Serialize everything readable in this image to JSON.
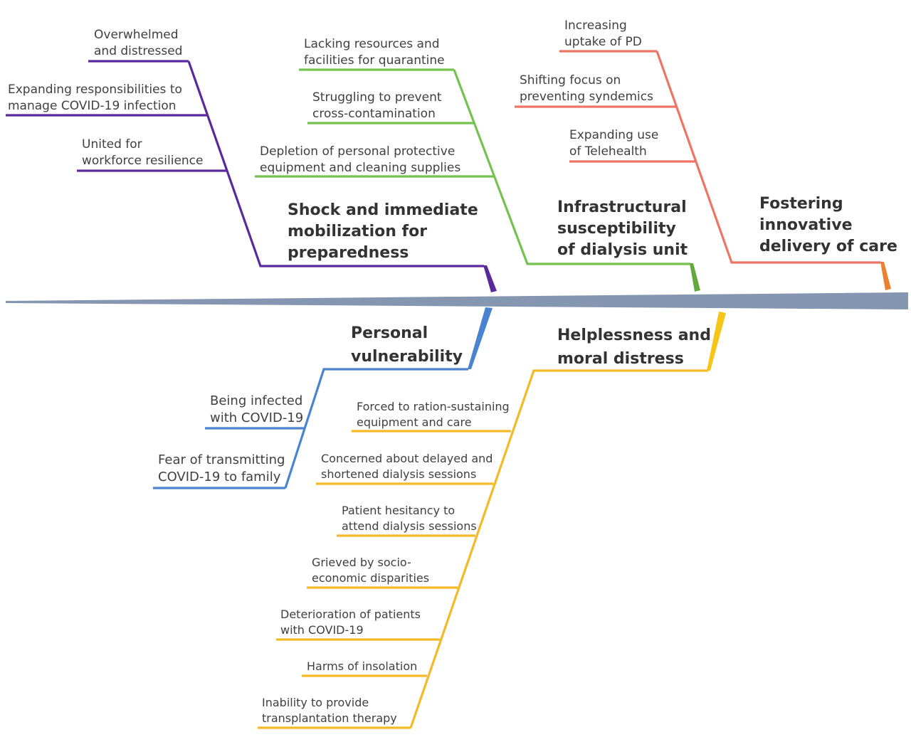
{
  "colors": {
    "spine": "#8597b0",
    "purple": "#5a2a9c",
    "green": "#74c24f",
    "salmon": "#ee7463",
    "blue": "#4a84d0",
    "yellow": "#f4b926",
    "orange_tip": "#e98131",
    "green_tip": "#63a83f",
    "yellow_tip": "#f5c518"
  },
  "themes": {
    "shock": [
      "Shock and immediate",
      "mobilization for",
      "preparedness"
    ],
    "infrastructure": [
      "Infrastructural",
      "susceptibility",
      "of dialysis unit"
    ],
    "fostering": [
      "Fostering",
      "innovative",
      "delivery of care"
    ],
    "personal": [
      "Personal",
      "vulnerability"
    ],
    "helplessness": [
      "Helplessness and",
      "moral distress"
    ]
  },
  "subthemes": {
    "shock": [
      [
        "Overwhelmed",
        "and distressed"
      ],
      [
        "Expanding responsibilities to",
        "manage COVID-19 infection"
      ],
      [
        "United for",
        "workforce resilience"
      ]
    ],
    "infrastructure": [
      [
        "Lacking resources and",
        "facilities for quarantine"
      ],
      [
        "Struggling to prevent",
        "cross-contamination"
      ],
      [
        "Depletion of personal protective",
        "equipment and cleaning supplies"
      ]
    ],
    "fostering": [
      [
        "Increasing",
        "uptake of PD"
      ],
      [
        "Shifting focus on",
        "preventing syndemics"
      ],
      [
        "Expanding use",
        "of Telehealth"
      ]
    ],
    "personal": [
      [
        "Being infected",
        "with COVID-19"
      ],
      [
        "Fear of transmitting",
        "COVID-19 to family"
      ]
    ],
    "helplessness": [
      [
        "Forced to ration-sustaining",
        "equipment and care"
      ],
      [
        "Concerned about delayed and",
        "shortened dialysis sessions"
      ],
      [
        "Patient hesitancy to",
        "attend dialysis sessions"
      ],
      [
        "Grieved by socio-",
        "economic disparities"
      ],
      [
        "Deterioration of patients",
        "with COVID-19"
      ],
      [
        "Harms of insolation"
      ],
      [
        "Inability to provide",
        "transplantation therapy"
      ]
    ]
  }
}
